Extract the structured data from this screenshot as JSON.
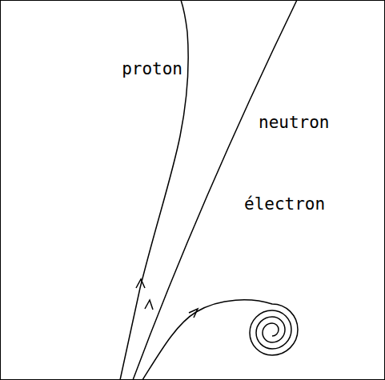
{
  "diagram": {
    "labels": [
      "proton",
      "neutron",
      "électron"
    ]
  }
}
